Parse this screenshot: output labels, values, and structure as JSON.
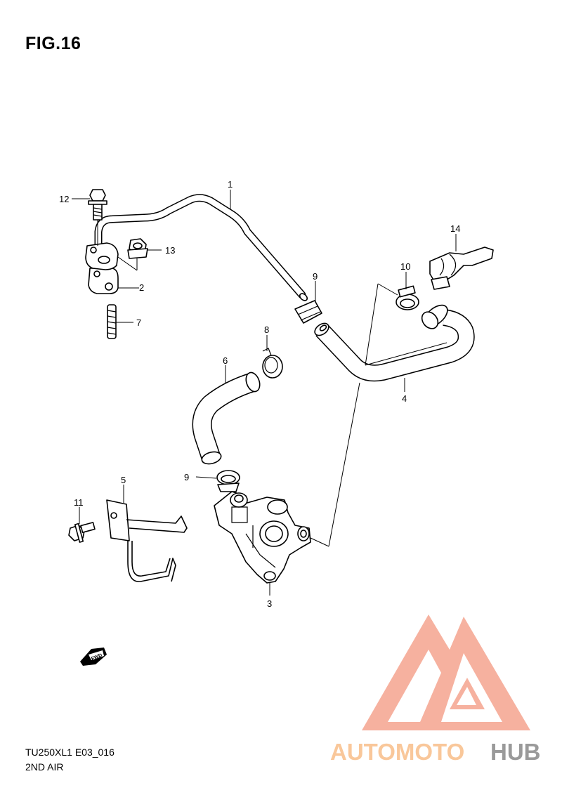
{
  "figure": {
    "title": "FIG.16",
    "model_code": "TU250XL1 E03_016",
    "section_name": "2ND AIR"
  },
  "callouts": [
    "1",
    "2",
    "3",
    "4",
    "5",
    "6",
    "7",
    "8",
    "9",
    "9",
    "10",
    "11",
    "12",
    "13",
    "14"
  ],
  "fwd_badge": "FWD",
  "watermark": {
    "part1": "AUTOMOTO",
    "part2": "HUB",
    "color_primary": "#f5a48f",
    "color_secondary": "#f9c79a",
    "color_gray": "#9a9a9a"
  }
}
